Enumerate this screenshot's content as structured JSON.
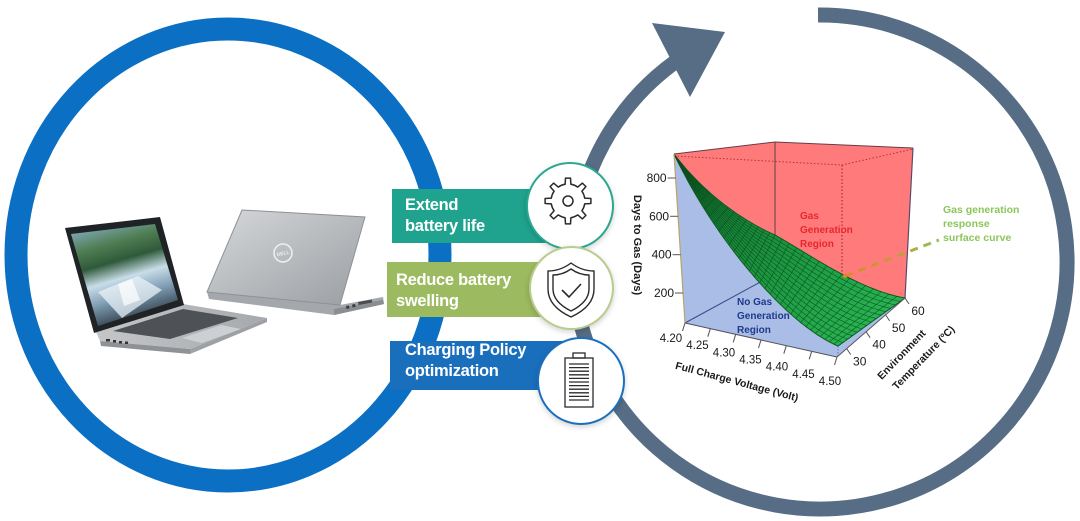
{
  "colors": {
    "left_ring": "#0b6fc3",
    "right_ring": "#566d85",
    "gas_region": "#ff7b7b",
    "no_gas_region": "#a9bde6",
    "surface": "#1f9e45",
    "annotation": "#8cc65a"
  },
  "laptops": {
    "logo_text": "DELL"
  },
  "feature_cards": [
    {
      "line1": "Extend",
      "line2": "battery life",
      "icon": "gear-icon",
      "color": "#1fa38e",
      "border": "#2aa78f"
    },
    {
      "line1": "Reduce battery",
      "line2": "swelling",
      "icon": "shield-check-icon",
      "color": "#9cba5f",
      "border": "#b9cc8e"
    },
    {
      "line1": "Charging Policy",
      "line2": "optimization",
      "icon": "battery-icon",
      "color": "#1a6fbd",
      "border": "#1a6fbd"
    }
  ],
  "surface_chart": {
    "z_axis": {
      "label": "Days to Gas (Days)",
      "ticks": [
        "200",
        "400",
        "600",
        "800"
      ]
    },
    "x_axis": {
      "label": "Full Charge Voltage (Volt)",
      "ticks": [
        "4.20",
        "4.25",
        "4.30",
        "4.35",
        "4.40",
        "4.45",
        "4.50"
      ],
      "range": [
        4.2,
        4.5
      ]
    },
    "y_axis": {
      "label_line1": "Environment",
      "label_line2": "Temperature (ºC)",
      "ticks": [
        "30",
        "40",
        "50",
        "60"
      ],
      "range": [
        25,
        60
      ]
    },
    "regions": {
      "gas": {
        "lines": [
          "Gas",
          "Generation",
          "Region"
        ],
        "color": "#e8262f"
      },
      "no_gas": {
        "lines": [
          "No Gas",
          "Generation",
          "Region"
        ],
        "color": "#1f3a8a"
      }
    },
    "annotation": {
      "lines": [
        "Gas generation",
        "response",
        "surface curve"
      ]
    }
  }
}
